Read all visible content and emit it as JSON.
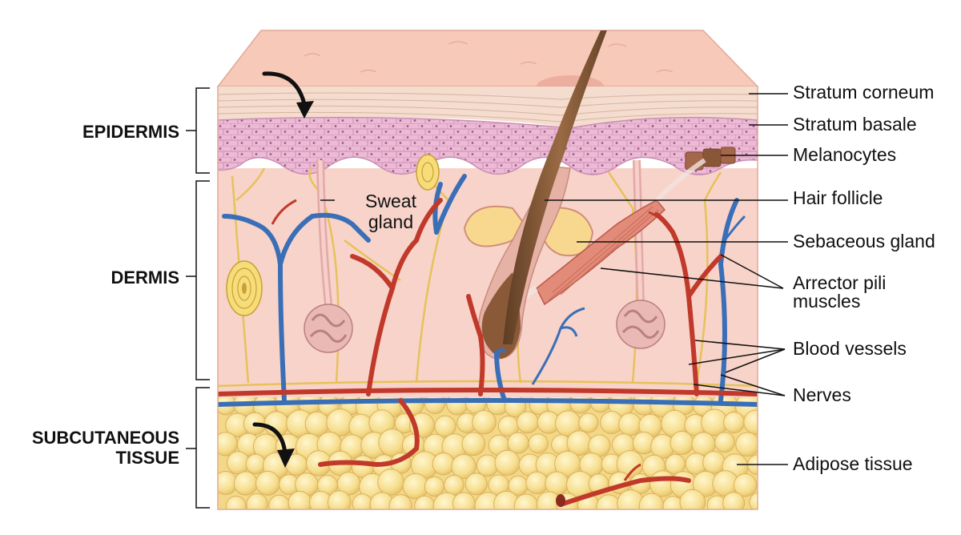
{
  "layers": [
    {
      "id": "epidermis",
      "label": "EPIDERMIS"
    },
    {
      "id": "dermis",
      "label": "DERMIS"
    },
    {
      "id": "subcutaneous",
      "label": "SUBCUTANEOUS\nTISSUE"
    }
  ],
  "structures": [
    {
      "id": "stratum-corneum",
      "label": "Stratum corneum"
    },
    {
      "id": "stratum-basale",
      "label": "Stratum basale"
    },
    {
      "id": "melanocytes",
      "label": "Melanocytes"
    },
    {
      "id": "hair-follicle",
      "label": "Hair follicle"
    },
    {
      "id": "sebaceous-gland",
      "label": "Sebaceous gland"
    },
    {
      "id": "arrector-pili",
      "label": "Arrector pili\nmuscles"
    },
    {
      "id": "blood-vessels",
      "label": "Blood vessels"
    },
    {
      "id": "nerves",
      "label": "Nerves"
    },
    {
      "id": "adipose-tissue",
      "label": "Adipose tissue"
    }
  ],
  "inline_labels": {
    "sweat_gland": "Sweat\ngland"
  },
  "colors": {
    "skin_surface": "#f6c9b9",
    "corneum": "#f5ddd0",
    "basale_cells": "#ecb8d4",
    "dermis": "#f8d5cc",
    "adipose": "#f6e19a",
    "artery": "#c0392b",
    "vein": "#3a6fb7",
    "nerve": "#e6c25a",
    "hair": "#7a5233",
    "muscle": "#e08a78",
    "leader_line": "#111111"
  }
}
